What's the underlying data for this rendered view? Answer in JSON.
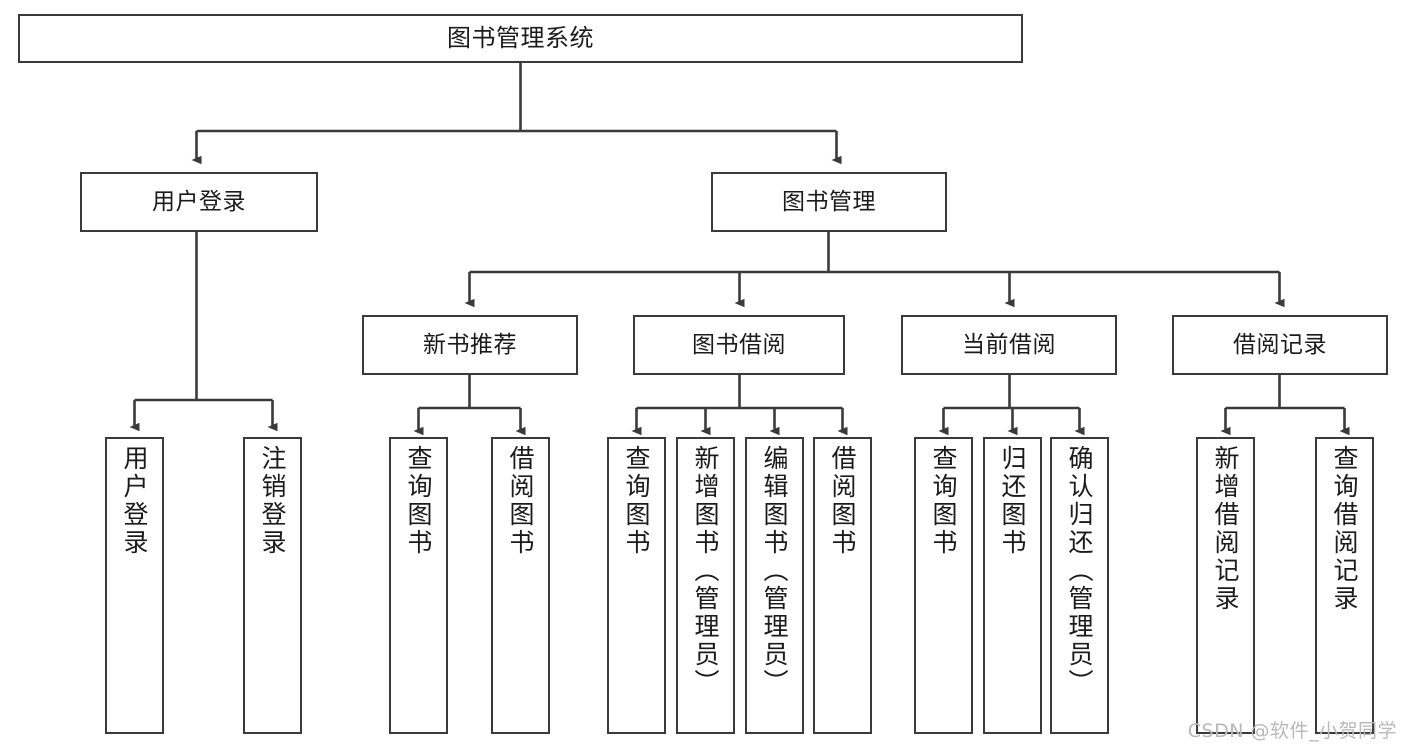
{
  "diagram": {
    "title": "图书管理系统",
    "type": "tree",
    "orientation": "top-down",
    "theme": {
      "background": "#ffffff",
      "node_fill": "#ffffff",
      "node_stroke": "#3a3a3a",
      "edge_stroke": "#3a3a3a",
      "text_color": "#1b1b1b",
      "watermark_color": "#b9b9b9"
    },
    "nodes": {
      "root": {
        "label": "图书管理系统"
      },
      "level2": [
        {
          "id": "user-login",
          "label": "用户登录"
        },
        {
          "id": "book-manage",
          "label": "图书管理"
        }
      ],
      "level3": [
        {
          "id": "new-book-recommend",
          "label": "新书推荐"
        },
        {
          "id": "book-borrow",
          "label": "图书借阅"
        },
        {
          "id": "current-borrow",
          "label": "当前借阅"
        },
        {
          "id": "borrow-record",
          "label": "借阅记录"
        }
      ],
      "leaves": {
        "user-login": [
          {
            "id": "leaf-user-login",
            "label": "用户登录"
          },
          {
            "id": "leaf-logout-login",
            "label": "注销登录"
          }
        ],
        "new-book-recommend": [
          {
            "id": "leaf-query-book-1",
            "label": "查询图书"
          },
          {
            "id": "leaf-borrow-book-1",
            "label": "借阅图书"
          }
        ],
        "book-borrow": [
          {
            "id": "leaf-query-book-2",
            "label": "查询图书"
          },
          {
            "id": "leaf-add-book",
            "label": "新增图书（管理员）"
          },
          {
            "id": "leaf-edit-book",
            "label": "编辑图书（管理员）"
          },
          {
            "id": "leaf-borrow-book-2",
            "label": "借阅图书"
          }
        ],
        "current-borrow": [
          {
            "id": "leaf-query-book-3",
            "label": "查询图书"
          },
          {
            "id": "leaf-return-book",
            "label": "归还图书"
          },
          {
            "id": "leaf-confirm-return",
            "label": "确认归还（管理员）"
          }
        ],
        "borrow-record": [
          {
            "id": "leaf-add-record",
            "label": "新增借阅记录"
          },
          {
            "id": "leaf-query-record",
            "label": "查询借阅记录"
          }
        ]
      }
    }
  },
  "watermark": {
    "text": "CSDN @软件_小贺同学"
  }
}
